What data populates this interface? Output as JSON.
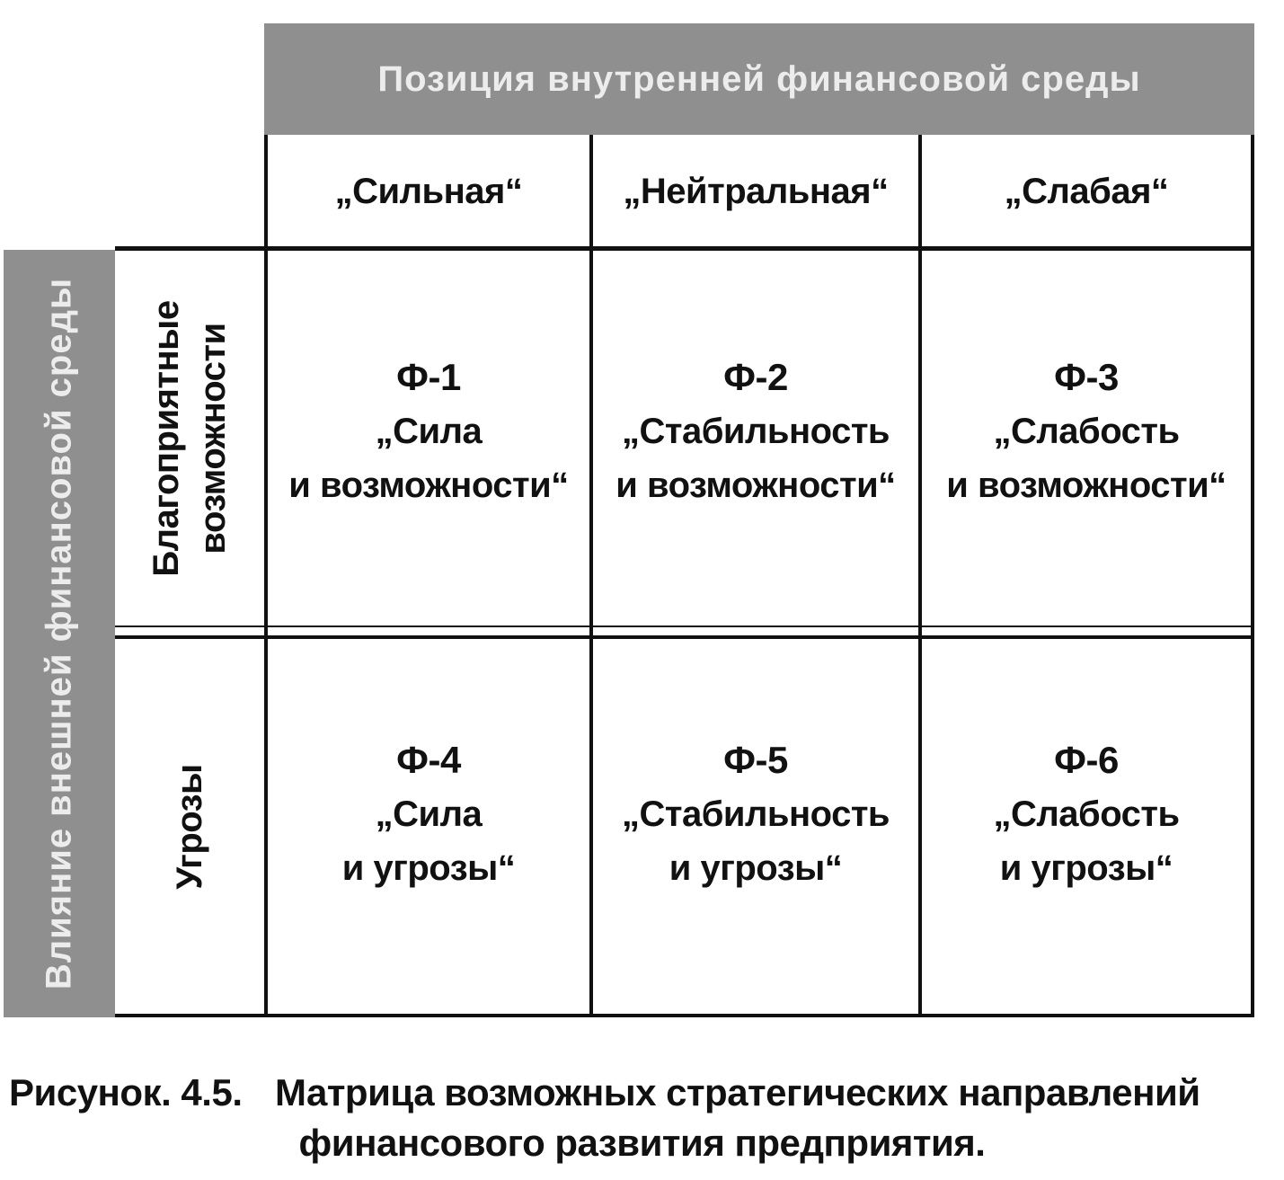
{
  "matrix": {
    "top_header": "Позиция внутренней финансовой среды",
    "left_header": "Влияние внешней финансовой среды",
    "columns": [
      "„Сильная“",
      "„Нейтральная“",
      "„Слабая“"
    ],
    "rows": [
      {
        "label_line1": "Благоприятные",
        "label_line2": "возможности"
      },
      {
        "label_line1": "Угрозы",
        "label_line2": ""
      }
    ],
    "cells": [
      {
        "code": "Ф-1",
        "line1": "„Сила",
        "line2": "и возможности“"
      },
      {
        "code": "Ф-2",
        "line1": "„Стабильность",
        "line2": "и возможности“"
      },
      {
        "code": "Ф-3",
        "line1": "„Слабость",
        "line2": "и возможности“"
      },
      {
        "code": "Ф-4",
        "line1": "„Сила",
        "line2": "и угрозы“"
      },
      {
        "code": "Ф-5",
        "line1": "„Стабильность",
        "line2": "и угрозы“"
      },
      {
        "code": "Ф-6",
        "line1": "„Слабость",
        "line2": "и угрозы“"
      }
    ]
  },
  "caption": {
    "number": "Рисунок. 4.5.",
    "line1": "Матрица возможных стратегических направлений",
    "line2": "финансового развития предприятия."
  }
}
